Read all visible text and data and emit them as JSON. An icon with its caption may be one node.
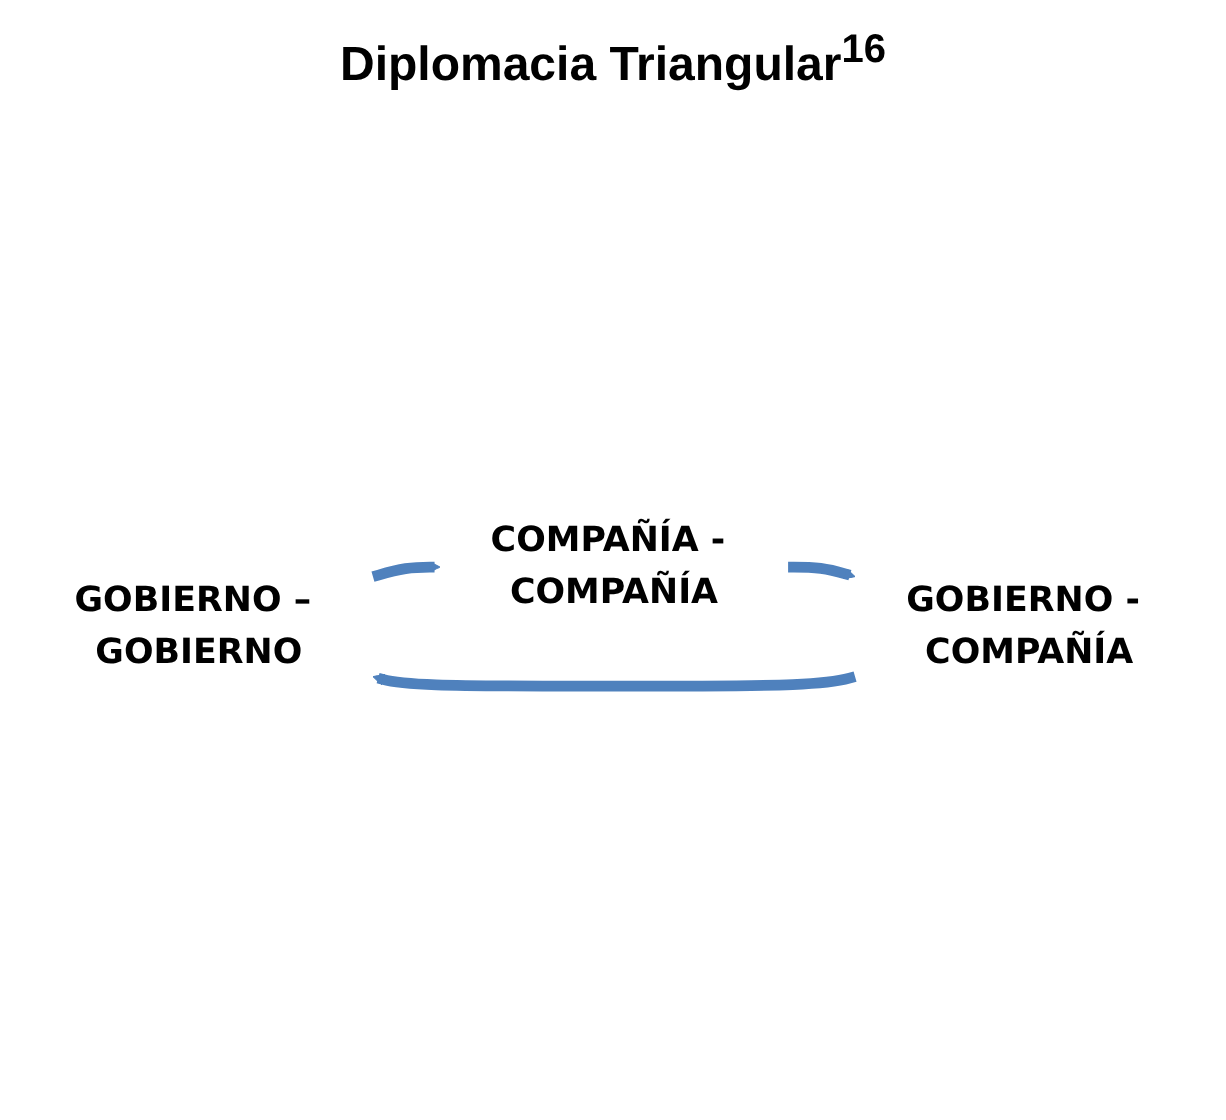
{
  "diagram": {
    "title": "Diplomacia Triangular$^{16}$",
    "nodes": [
      {
        "text": [
          "GOBIERNO – GOBIERNO"
        ]
      },
      {
        "text": [
          "COMPAÑÍA - COMPAÑÍA"
        ]
      },
      {
        "text": [
          "GOBIERNO - COMPAÑÍA"
        ]
      }
    ],
    "edges": [
      {
        "from": 0,
        "to": 1,
        "arrow": "to"
      },
      {
        "from": 1,
        "to": 2,
        "arrow": "to"
      },
      {
        "from": 2,
        "to": 0,
        "arrow": "to"
      }
    ]
  }
}
